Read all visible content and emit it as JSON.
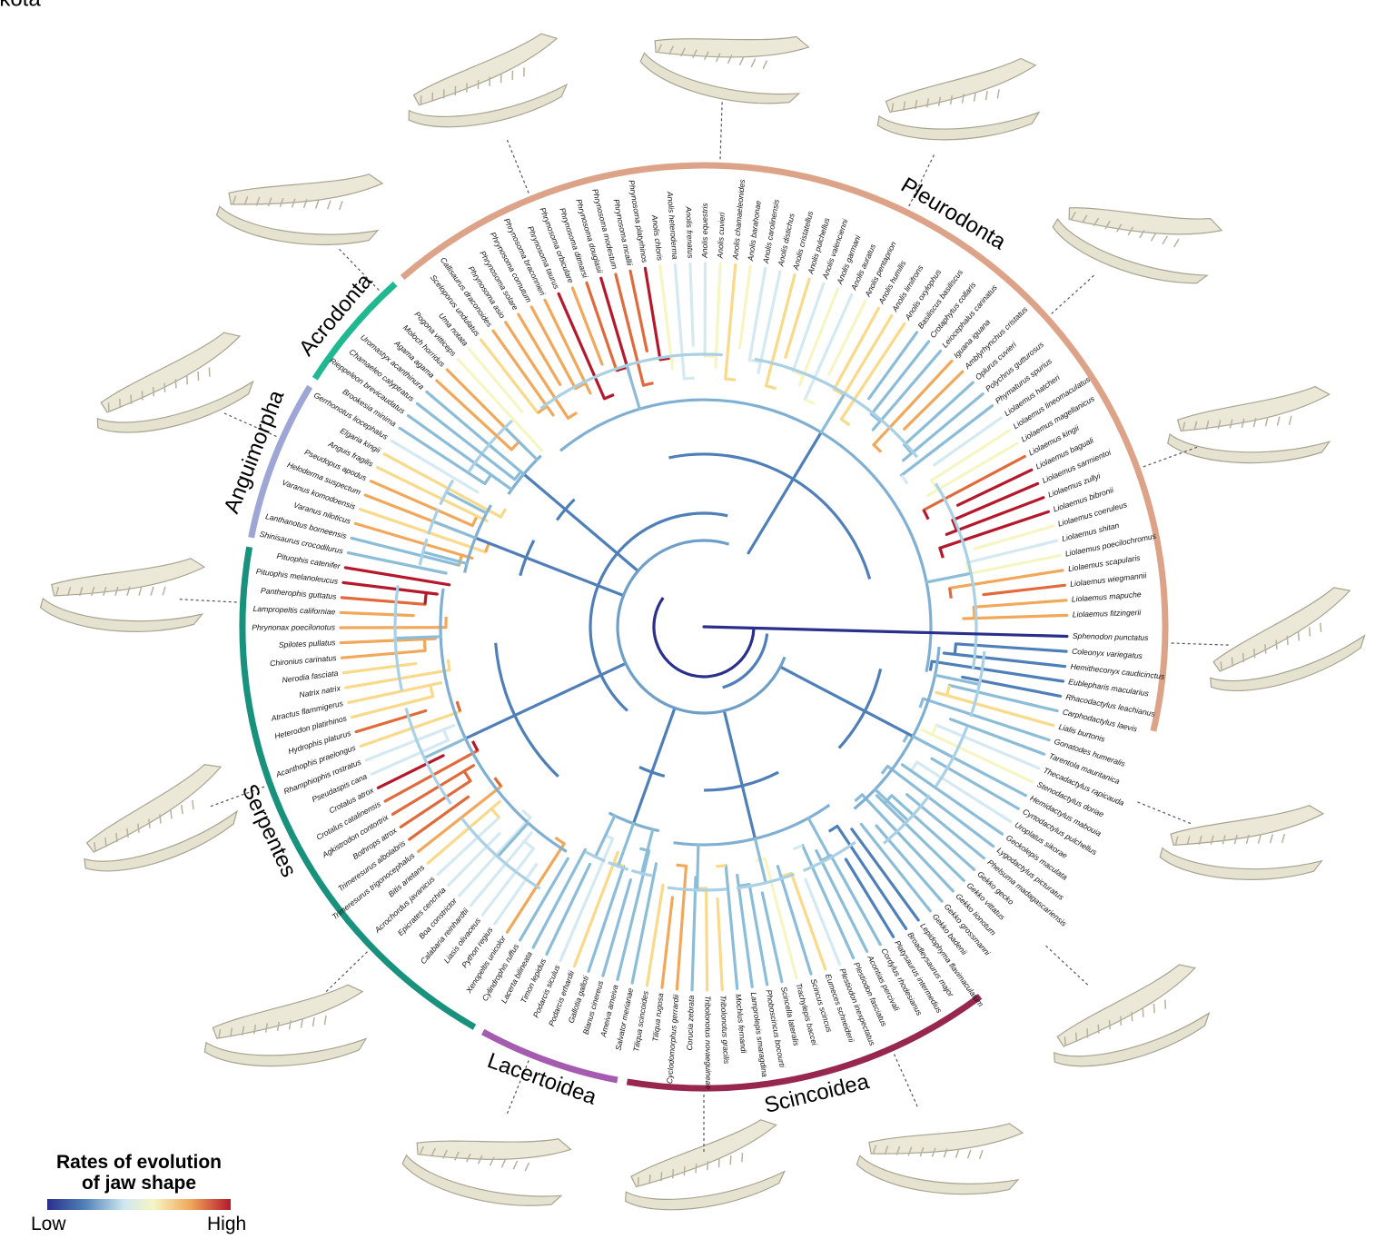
{
  "rate_colors": [
    "#2b2f8c",
    "#4f7fb8",
    "#8bbdd9",
    "#d4e9f1",
    "#f6f5c4",
    "#f9d98a",
    "#f1a85a",
    "#e06a3a",
    "#b5182b"
  ],
  "clades": [
    {
      "id": "pleurodonta",
      "label": "Pleurodonta",
      "color": "#dda389"
    },
    {
      "id": "acrodonta",
      "label": "Acrodonta",
      "color": "#1fb891"
    },
    {
      "id": "anguimorpha",
      "label": "Anguimorpha",
      "color": "#9ea6d6"
    },
    {
      "id": "serpentes",
      "label": "Serpentes",
      "color": "#19927d"
    },
    {
      "id": "lacertoidea",
      "label": "Lacertoidea",
      "color": "#a55cb0"
    },
    {
      "id": "scincoidea",
      "label": "Scincoidea",
      "color": "#97274f"
    },
    {
      "id": "gekkota",
      "label": "Gekkota",
      "color": "#1d7896"
    }
  ],
  "species": [
    {
      "name": "Sphenodon punctatus",
      "rate": 0
    },
    {
      "name": "Coleonyx variegatus",
      "rate": 1
    },
    {
      "name": "Hemitheconyx caudicinctus",
      "rate": 1
    },
    {
      "name": "Eublepharis macularius",
      "rate": 1
    },
    {
      "name": "Rhacodactylus leachianus",
      "rate": 1
    },
    {
      "name": "Carphodactylus laevis",
      "rate": 2
    },
    {
      "name": "Lialis burtonis",
      "rate": 5
    },
    {
      "name": "Gonatodes humeralis",
      "rate": 2
    },
    {
      "name": "Tarentola mauritanica",
      "rate": 2
    },
    {
      "name": "Thecadactylus rapicauda",
      "rate": 3
    },
    {
      "name": "Stenodactylus doriae",
      "rate": 4
    },
    {
      "name": "Hemidactylus mabouia",
      "rate": 2
    },
    {
      "name": "Cyrtodactylus pulchellus",
      "rate": 2
    },
    {
      "name": "Uroplatus sikorae",
      "rate": 3
    },
    {
      "name": "Geckolepis maculata",
      "rate": 2
    },
    {
      "name": "Lygodactylus picturatus",
      "rate": 2
    },
    {
      "name": "Phelsuma madagascariensis",
      "rate": 2
    },
    {
      "name": "Gekko gecko",
      "rate": 2
    },
    {
      "name": "Gekko vittatus",
      "rate": 2
    },
    {
      "name": "Gekko lionotum",
      "rate": 2
    },
    {
      "name": "Gekko grossmanni",
      "rate": 2
    },
    {
      "name": "Gekko badenii",
      "rate": 2
    },
    {
      "name": "Lepidophyma flavimaculatum",
      "rate": 1
    },
    {
      "name": "Broadleysaurus major",
      "rate": 1
    },
    {
      "name": "Platysaurus intermedius",
      "rate": 1
    },
    {
      "name": "Cordylus rhodesianus",
      "rate": 2
    },
    {
      "name": "Acontias percivali",
      "rate": 2
    },
    {
      "name": "Plestiodon fasciatus",
      "rate": 2
    },
    {
      "name": "Plestiodon inexpectatus",
      "rate": 3
    },
    {
      "name": "Eumeces schneiderii",
      "rate": 5
    },
    {
      "name": "Scincus scincus",
      "rate": 2
    },
    {
      "name": "Trachylepis baccei",
      "rate": 4
    },
    {
      "name": "Scincella lateralis",
      "rate": 2
    },
    {
      "name": "Phoboscincus bocourti",
      "rate": 2
    },
    {
      "name": "Lamprolepis smaragdina",
      "rate": 2
    },
    {
      "name": "Mochlus fernandi",
      "rate": 2
    },
    {
      "name": "Tribolonotus gracilis",
      "rate": 5
    },
    {
      "name": "Tribolonotus novaeguineae",
      "rate": 5
    },
    {
      "name": "Corucia zebrata",
      "rate": 2
    },
    {
      "name": "Cyclodomorphus gerrardii",
      "rate": 6
    },
    {
      "name": "Tiliqua rugosa",
      "rate": 6
    },
    {
      "name": "Tiliqua scincoides",
      "rate": 5
    },
    {
      "name": "Salvator merianae",
      "rate": 2
    },
    {
      "name": "Ameiva ameiva",
      "rate": 2
    },
    {
      "name": "Blanus cinereus",
      "rate": 2
    },
    {
      "name": "Gallotia galloti",
      "rate": 2
    },
    {
      "name": "Podarcis erhardii",
      "rate": 5
    },
    {
      "name": "Podarcis siculus",
      "rate": 3
    },
    {
      "name": "Timon lepidus",
      "rate": 2
    },
    {
      "name": "Lacerta bilineata",
      "rate": 2
    },
    {
      "name": "Cylindrophis ruffus",
      "rate": 2
    },
    {
      "name": "Xenopeltis unicolor",
      "rate": 6
    },
    {
      "name": "Python regius",
      "rate": 3
    },
    {
      "name": "Liasis olivaceus",
      "rate": 3
    },
    {
      "name": "Calabaria reinhardtii",
      "rate": 3
    },
    {
      "name": "Boa constrictor",
      "rate": 3
    },
    {
      "name": "Epicrates cenchria",
      "rate": 3
    },
    {
      "name": "Acrochordus javanicus",
      "rate": 3
    },
    {
      "name": "Bitis arietans",
      "rate": 5
    },
    {
      "name": "Trimeresurus trigonocephalus",
      "rate": 6
    },
    {
      "name": "Trimeresurus albolabris",
      "rate": 7
    },
    {
      "name": "Bothrops atrox",
      "rate": 7
    },
    {
      "name": "Agkistrodon contortrix",
      "rate": 7
    },
    {
      "name": "Crotalus catalinensis",
      "rate": 7
    },
    {
      "name": "Crotalus atrox",
      "rate": 8
    },
    {
      "name": "Pseudaspis cana",
      "rate": 3
    },
    {
      "name": "Rhamphiophis rostratus",
      "rate": 3
    },
    {
      "name": "Acanthophis praelongus",
      "rate": 5
    },
    {
      "name": "Hydrophis platurus",
      "rate": 7
    },
    {
      "name": "Heterodon platirhinos",
      "rate": 5
    },
    {
      "name": "Atractus flammigerus",
      "rate": 5
    },
    {
      "name": "Natrix natrix",
      "rate": 5
    },
    {
      "name": "Nerodia fasciata",
      "rate": 5
    },
    {
      "name": "Chironius carinatus",
      "rate": 6
    },
    {
      "name": "Spilotes pullatus",
      "rate": 6
    },
    {
      "name": "Phrynonax poecilonotus",
      "rate": 6
    },
    {
      "name": "Lampropeltis californiae",
      "rate": 6
    },
    {
      "name": "Pantherophis guttatus",
      "rate": 7
    },
    {
      "name": "Pituophis melanoleucus",
      "rate": 8
    },
    {
      "name": "Pituophis catenifer",
      "rate": 8
    },
    {
      "name": "Shinisaurus crocodilurus",
      "rate": 2
    },
    {
      "name": "Lanthanotus borneensis",
      "rate": 2
    },
    {
      "name": "Varanus niloticus",
      "rate": 6
    },
    {
      "name": "Varanus komodoensis",
      "rate": 5
    },
    {
      "name": "Heloderma suspectum",
      "rate": 6
    },
    {
      "name": "Pseudopus apodus",
      "rate": 6
    },
    {
      "name": "Anguis fragilis",
      "rate": 5
    },
    {
      "name": "Elgaria kingii",
      "rate": 5
    },
    {
      "name": "Gerrhonotus liocephalus",
      "rate": 3
    },
    {
      "name": "Brookesia minima",
      "rate": 2
    },
    {
      "name": "Rieppeleon brevicaudatus",
      "rate": 2
    },
    {
      "name": "Chamaeleo calyptratus",
      "rate": 2
    },
    {
      "name": "Uromastyx acanthinura",
      "rate": 2
    },
    {
      "name": "Agama agama",
      "rate": 6
    },
    {
      "name": "Moloch horridus",
      "rate": 6
    },
    {
      "name": "Pogona vitticeps",
      "rate": 4
    },
    {
      "name": "Uma notata",
      "rate": 4
    },
    {
      "name": "Sceloporus undulatus",
      "rate": 5
    },
    {
      "name": "Callisaurus draconoides",
      "rate": 6
    },
    {
      "name": "Phrynosoma asio",
      "rate": 6
    },
    {
      "name": "Phrynosoma solare",
      "rate": 6
    },
    {
      "name": "Phrynosoma cornutum",
      "rate": 6
    },
    {
      "name": "Phrynosoma braconnieri",
      "rate": 6
    },
    {
      "name": "Phrynosoma taurus",
      "rate": 8
    },
    {
      "name": "Phrynosoma orbiculare",
      "rate": 6
    },
    {
      "name": "Phrynosoma ditmarsi",
      "rate": 7
    },
    {
      "name": "Phrynosoma douglasii",
      "rate": 8
    },
    {
      "name": "Phrynosoma modestum",
      "rate": 7
    },
    {
      "name": "Phrynosoma mcallii",
      "rate": 7
    },
    {
      "name": "Phrynosoma platyrhinos",
      "rate": 8
    },
    {
      "name": "Anolis chloris",
      "rate": 4
    },
    {
      "name": "Anolis heteroderma",
      "rate": 3
    },
    {
      "name": "Anolis frenatus",
      "rate": 3
    },
    {
      "name": "Anolis equestris",
      "rate": 3
    },
    {
      "name": "Anolis cuvieri",
      "rate": 4
    },
    {
      "name": "Anolis chamaeleonides",
      "rate": 5
    },
    {
      "name": "Anolis barahonae",
      "rate": 4
    },
    {
      "name": "Anolis carolinensis",
      "rate": 3
    },
    {
      "name": "Anolis distichus",
      "rate": 3
    },
    {
      "name": "Anolis cristatellus",
      "rate": 5
    },
    {
      "name": "Anolis pulchellus",
      "rate": 5
    },
    {
      "name": "Anolis valencienni",
      "rate": 3
    },
    {
      "name": "Anolis garmani",
      "rate": 4
    },
    {
      "name": "Anolis auratus",
      "rate": 3
    },
    {
      "name": "Anolis pentaprion",
      "rate": 4
    },
    {
      "name": "Anolis humilis",
      "rate": 5
    },
    {
      "name": "Anolis limifrons",
      "rate": 5
    },
    {
      "name": "Anolis oxylophus",
      "rate": 5
    },
    {
      "name": "Basiliscus basiliscus",
      "rate": 2
    },
    {
      "name": "Crotaphytus collaris",
      "rate": 2
    },
    {
      "name": "Leiocephalus carinatus",
      "rate": 2
    },
    {
      "name": "Iguana iguana",
      "rate": 6
    },
    {
      "name": "Amblyrhynchus cristatus",
      "rate": 6
    },
    {
      "name": "Oplurus cuvieri",
      "rate": 2
    },
    {
      "name": "Polychrus gutturosus",
      "rate": 2
    },
    {
      "name": "Phymaturus spurius",
      "rate": 2
    },
    {
      "name": "Liolaemus hatcheri",
      "rate": 3
    },
    {
      "name": "Liolaemus lineomaculatus",
      "rate": 4
    },
    {
      "name": "Liolaemus magellanicus",
      "rate": 4
    },
    {
      "name": "Liolaemus kingii",
      "rate": 7
    },
    {
      "name": "Liolaemus baguali",
      "rate": 8
    },
    {
      "name": "Liolaemus sarmientoi",
      "rate": 8
    },
    {
      "name": "Liolaemus zullyi",
      "rate": 8
    },
    {
      "name": "Liolaemus bibronii",
      "rate": 8
    },
    {
      "name": "Liolaemus coeruleus",
      "rate": 4
    },
    {
      "name": "Liolaemus shitan",
      "rate": 3
    },
    {
      "name": "Liolaemus poecilochromus",
      "rate": 4
    },
    {
      "name": "Liolaemus scapularis",
      "rate": 6
    },
    {
      "name": "Liolaemus wiegmannii",
      "rate": 7
    },
    {
      "name": "Liolaemus mapuche",
      "rate": 6
    },
    {
      "name": "Liolaemus fitzingerii",
      "rate": 6
    }
  ],
  "legend": {
    "title_line1": "Rates of evolution",
    "title_line2": "of jaw shape",
    "low_label": "Low",
    "high_label": "High"
  }
}
